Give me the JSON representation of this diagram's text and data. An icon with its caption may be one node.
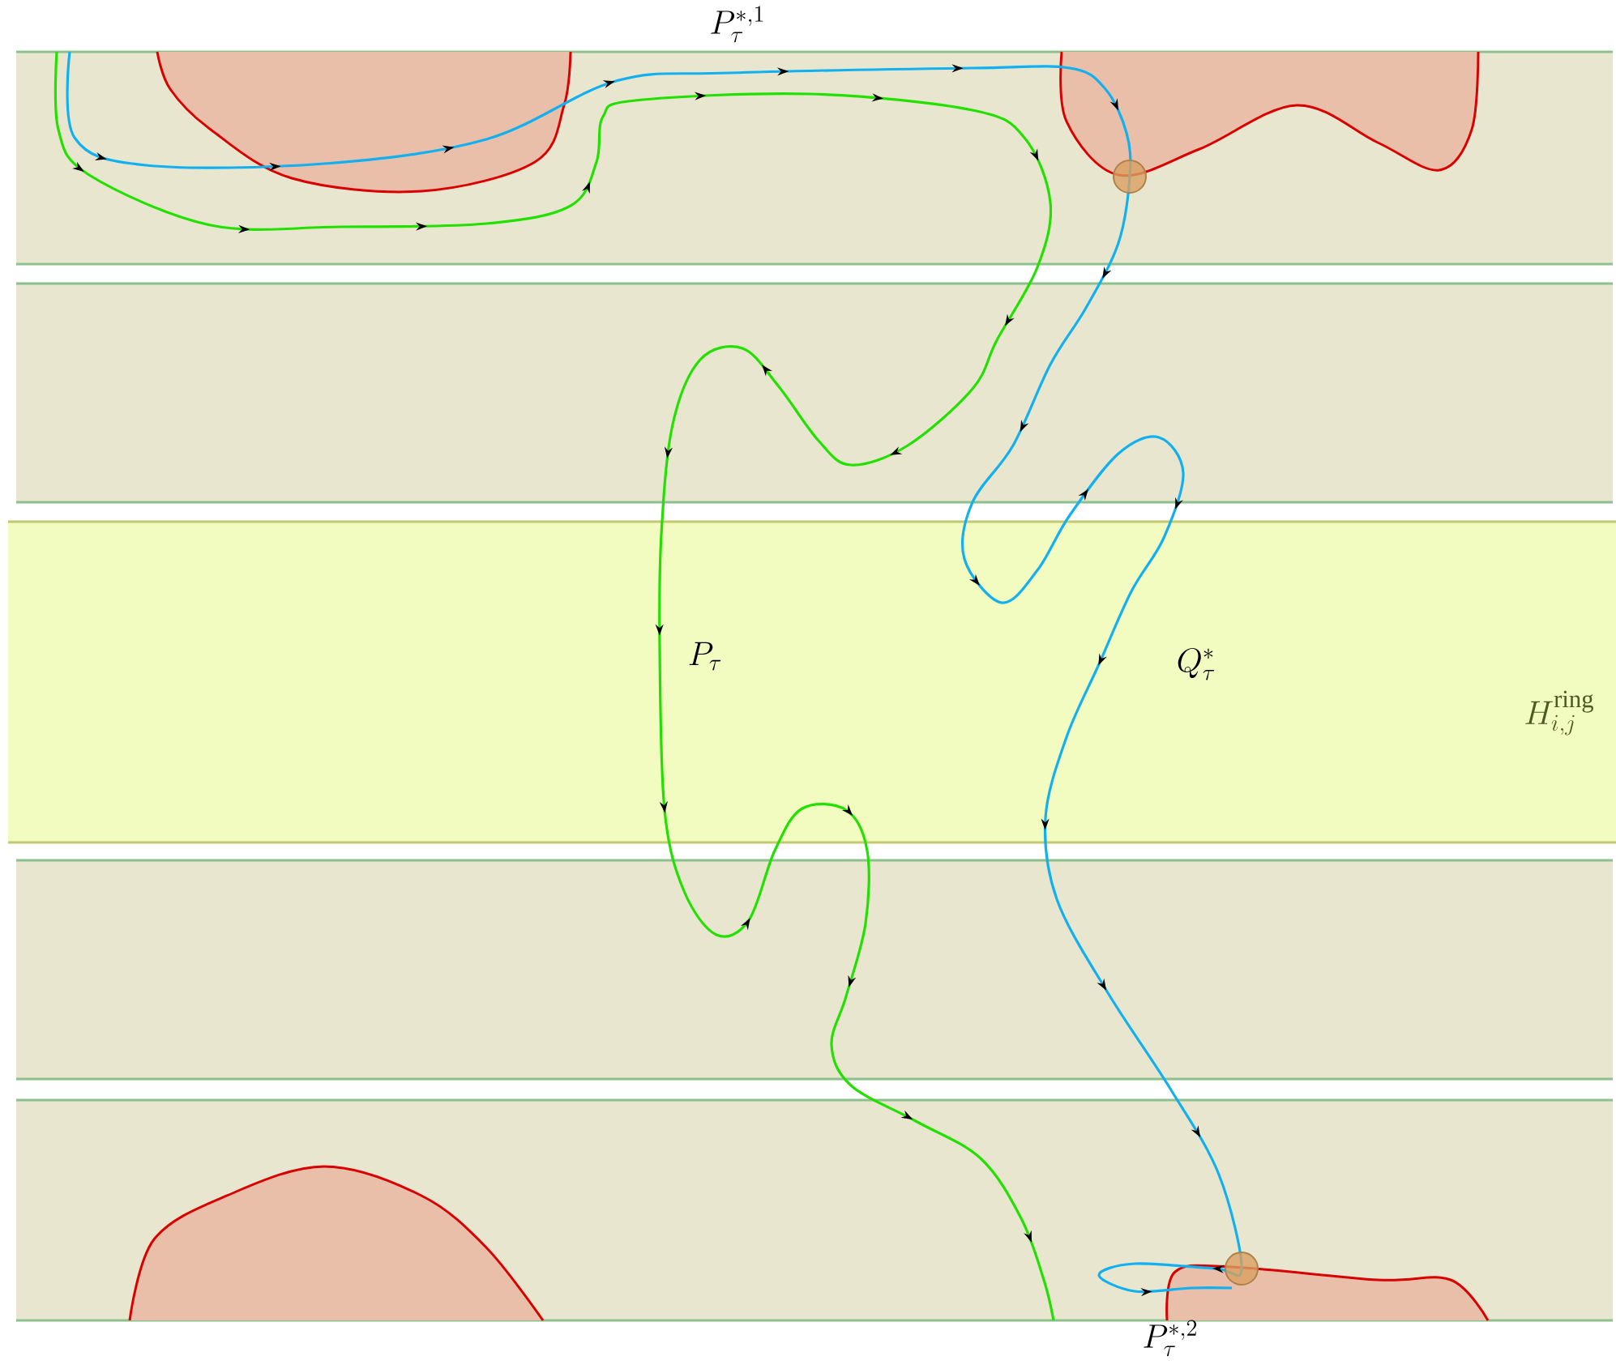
{
  "diagram": {
    "labels": [
      "P_\\tau^{*,1}",
      "P_\\tau",
      "Q_\\tau^*",
      "H_{i,j}^{\\mathrm{ring}}",
      "P_\\tau^{*,2}"
    ]
  }
}
